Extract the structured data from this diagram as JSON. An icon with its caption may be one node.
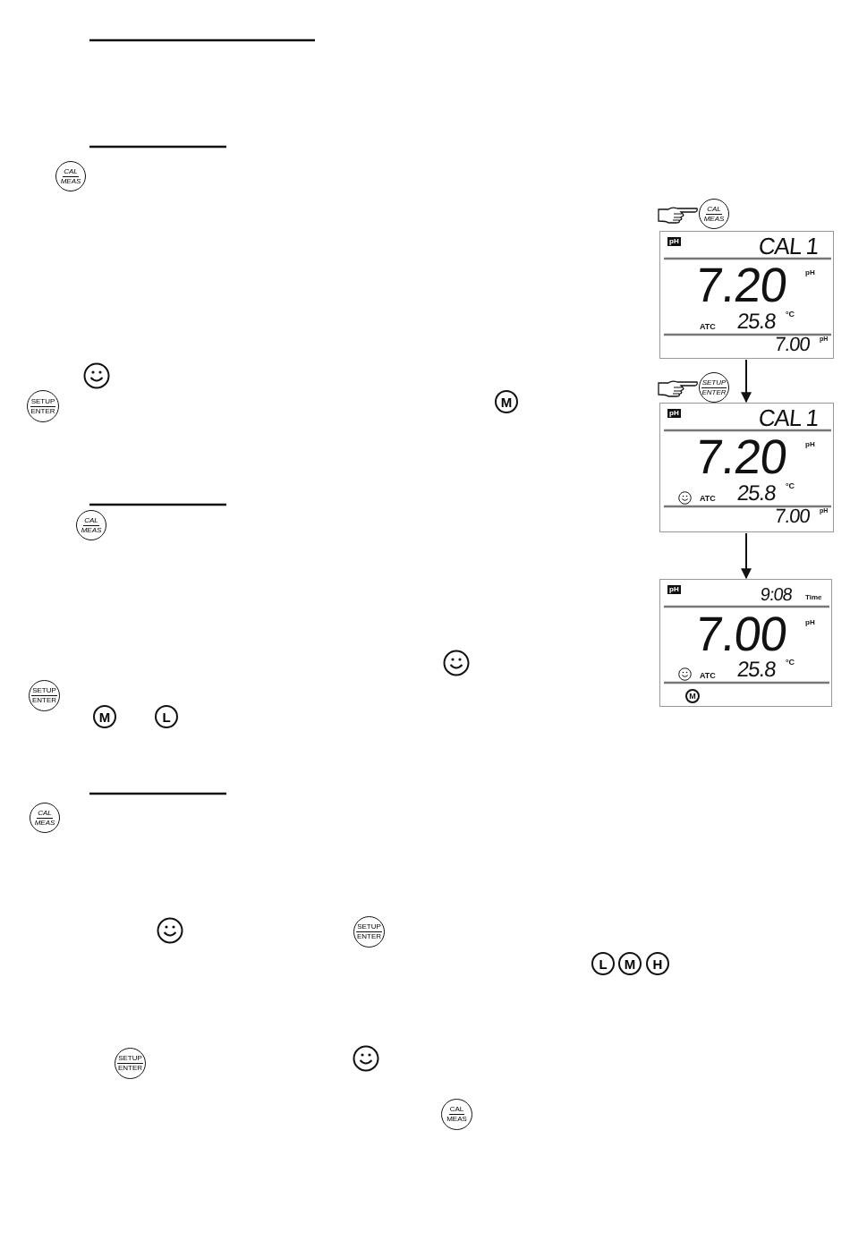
{
  "diagram": {
    "nodes": [
      {
        "text": [
          "pH",
          "CAL 1",
          "7.20",
          "pH",
          "ATC",
          "25.8",
          "°C",
          "7.00",
          "pH"
        ]
      },
      {
        "text": [
          "pH",
          "CAL 1",
          "7.20",
          "pH",
          "ATC",
          "25.8",
          "°C",
          "7.00",
          "pH"
        ]
      },
      {
        "text": [
          "pH",
          "9:08",
          "Time",
          "7.00",
          "pH",
          "ATC",
          "25.8",
          "°C",
          "M"
        ]
      }
    ],
    "edges": [
      {
        "from": 0,
        "to": 1,
        "arrow": "to"
      },
      {
        "from": 1,
        "to": 2,
        "arrow": "to"
      }
    ],
    "labels": [
      "CAL",
      "MEAS",
      "CAL",
      "MEAS",
      "SETUP",
      "ENTER",
      "SETUP",
      "ENTER",
      "M",
      "CAL",
      "MEAS",
      "SETUP",
      "ENTER",
      "M",
      "L",
      "CAL",
      "MEAS",
      "SETUP",
      "ENTER",
      "L",
      "M",
      "H",
      "SETUP",
      "ENTER",
      "CAL",
      "MEAS"
    ]
  }
}
